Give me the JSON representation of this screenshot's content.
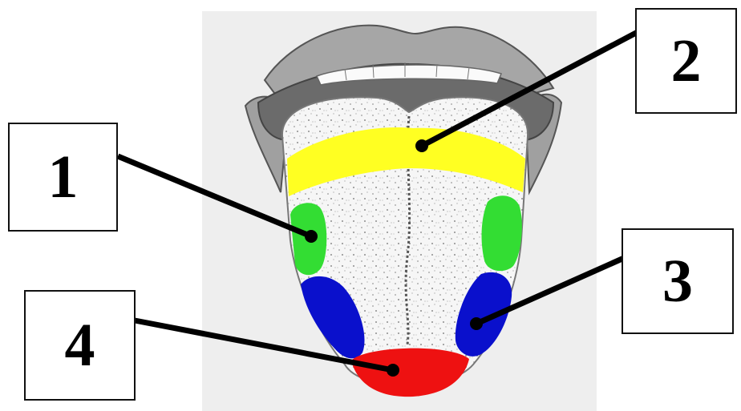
{
  "labels": {
    "one": "1",
    "two": "2",
    "three": "3",
    "four": "4"
  },
  "zones": [
    {
      "label": "1",
      "color": "#33dd33"
    },
    {
      "label": "2",
      "color": "#ffff22"
    },
    {
      "label": "3",
      "color": "#0a10cc"
    },
    {
      "label": "4",
      "color": "#ee1111"
    }
  ],
  "colors": {
    "lips": "#a8a8a8",
    "teeth": "#fafafa",
    "tongue": "#f4f4f4",
    "leader": "#000000"
  }
}
